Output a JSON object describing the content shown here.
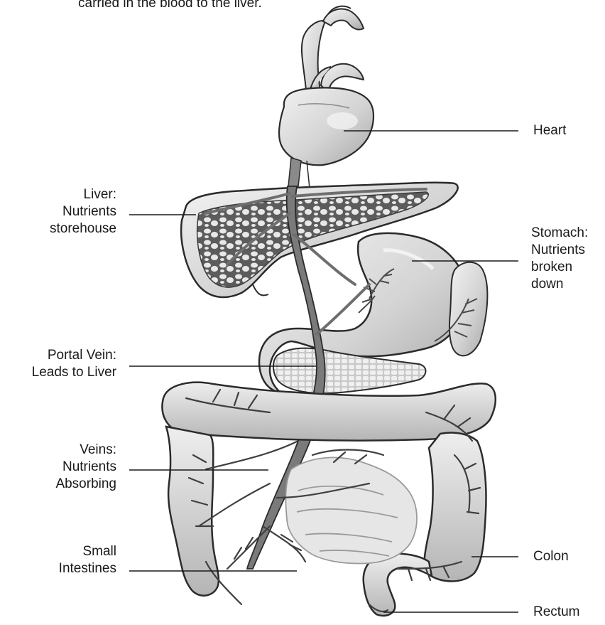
{
  "caption": "carried in the blood to the liver.",
  "labels": {
    "heart": [
      "Heart"
    ],
    "liver": [
      "Liver:",
      "Nutrients",
      "storehouse"
    ],
    "stomach": [
      "Stomach:",
      "Nutrients",
      "broken",
      "down"
    ],
    "portal_vein": [
      "Portal Vein:",
      "Leads to Liver"
    ],
    "veins": [
      "Veins:",
      "Nutrients",
      "Absorbing"
    ],
    "small_intestines": [
      "Small",
      "Intestines"
    ],
    "colon": [
      "Colon"
    ],
    "rectum": [
      "Rectum"
    ]
  },
  "colors": {
    "organ_fill": "#d9d9d9",
    "organ_shade": "#b3b3b3",
    "outline": "#2b2b2b",
    "vessel": "#6b6b6b",
    "leader_line": "#1a1a1a"
  }
}
